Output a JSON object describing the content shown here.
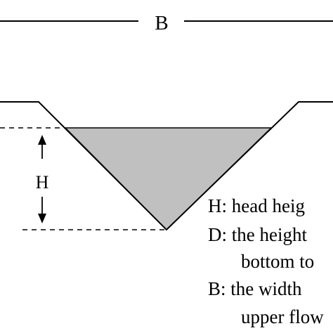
{
  "diagram": {
    "top_label": "B",
    "h_label": "H",
    "legend": [
      "H: head heig",
      "D: the height",
      "bottom to",
      "B: the width",
      "upper flow"
    ]
  },
  "colors": {
    "water_fill": "#c0c0c0",
    "stroke": "#000000"
  }
}
